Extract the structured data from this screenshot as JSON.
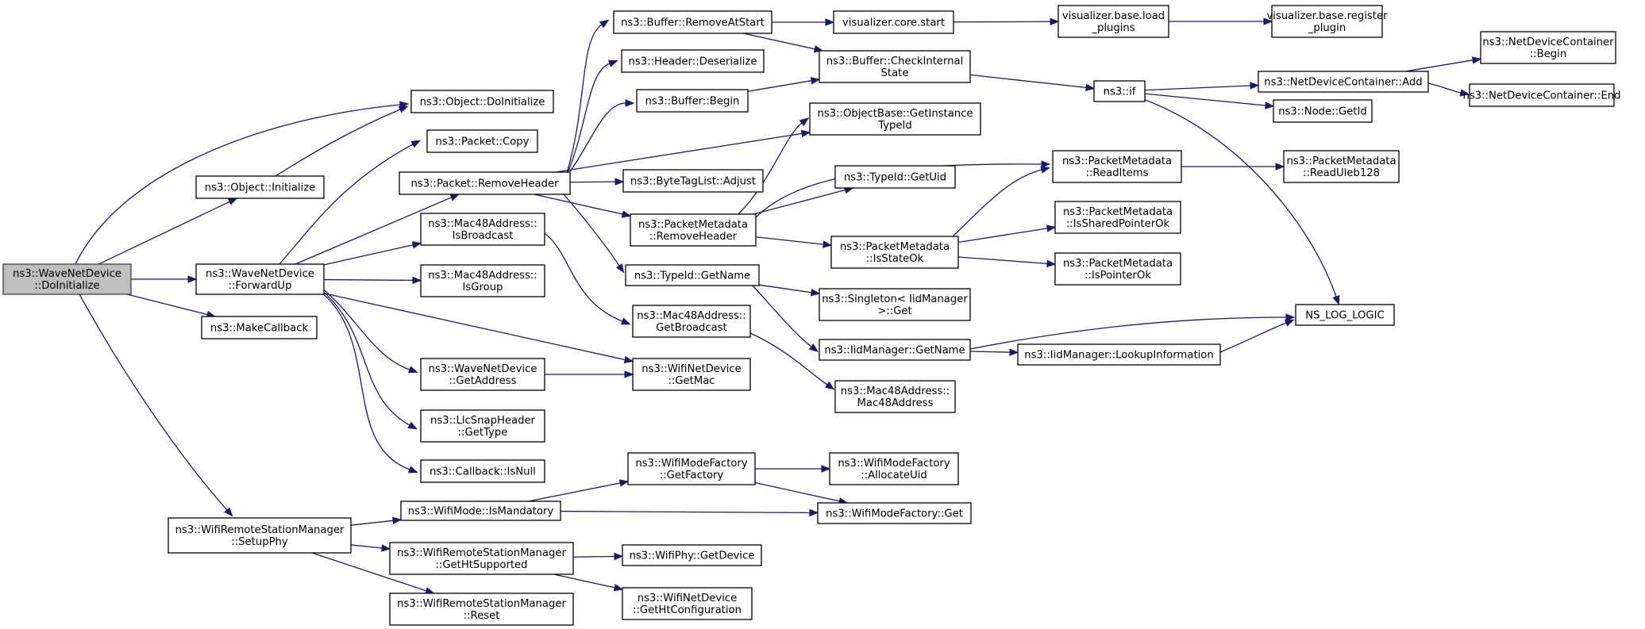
{
  "colors": {
    "edge": "#191970",
    "root_fill": "#bfbfbf",
    "node_fill": "#ffffff"
  },
  "nodes": {
    "n0": [
      "ns3::WaveNetDevice",
      "::DoInitialize"
    ],
    "n1": [
      "ns3::Object::DoInitialize"
    ],
    "n2": [
      "ns3::Object::Initialize"
    ],
    "n3": [
      "ns3::WaveNetDevice",
      "::ForwardUp"
    ],
    "n4": [
      "ns3::MakeCallback"
    ],
    "n5": [
      "ns3::WifiRemoteStationManager",
      "::SetupPhy"
    ],
    "n6": [
      "ns3::Packet::Copy"
    ],
    "n7": [
      "ns3::Packet::RemoveHeader"
    ],
    "n8": [
      "ns3::Mac48Address::",
      "IsBroadcast"
    ],
    "n9": [
      "ns3::Mac48Address::",
      "IsGroup"
    ],
    "n10": [
      "ns3::WaveNetDevice",
      "::GetAddress"
    ],
    "n11": [
      "ns3::LlcSnapHeader",
      "::GetType"
    ],
    "n12": [
      "ns3::Callback::IsNull"
    ],
    "n13": [
      "ns3::WifiNetDevice",
      "::GetMac"
    ],
    "n14": [
      "ns3::Buffer::RemoveAtStart"
    ],
    "n15": [
      "ns3::Header::Deserialize"
    ],
    "n16": [
      "ns3::Buffer::Begin"
    ],
    "n17": [
      "ns3::ByteTagList::Adjust"
    ],
    "n18": [
      "ns3::PacketMetadata",
      "::RemoveHeader"
    ],
    "n19": [
      "ns3::TypeId::GetName"
    ],
    "n20": [
      "ns3::Mac48Address::",
      "GetBroadcast"
    ],
    "n21": [
      "visualizer.core.start"
    ],
    "n22": [
      "ns3::Buffer::CheckInternal",
      "State"
    ],
    "n23": [
      "ns3::ObjectBase::GetInstance",
      "TypeId"
    ],
    "n24": [
      "ns3::TypeId::GetUid"
    ],
    "n25": [
      "ns3::PacketMetadata",
      "::IsStateOk"
    ],
    "n26": [
      "ns3::Singleton< IidManager",
      " >::Get"
    ],
    "n27": [
      "ns3::IidManager::GetName"
    ],
    "n28": [
      "ns3::Mac48Address::",
      "Mac48Address"
    ],
    "n29": [
      "visualizer.base.load",
      "_plugins"
    ],
    "n30": [
      "visualizer.base.register",
      "_plugin"
    ],
    "n31": [
      "ns3::if"
    ],
    "n32": [
      "ns3::PacketMetadata",
      "::ReadItems"
    ],
    "n33": [
      "ns3::PacketMetadata",
      "::IsSharedPointerOk"
    ],
    "n34": [
      "ns3::PacketMetadata",
      "::IsPointerOk"
    ],
    "n35": [
      "NS_LOG_LOGIC"
    ],
    "n36": [
      "ns3::IidManager::LookupInformation"
    ],
    "n37": [
      "ns3::NetDeviceContainer::Add"
    ],
    "n38": [
      "ns3::Node::GetId"
    ],
    "n39": [
      "ns3::NetDeviceContainer",
      "::Begin"
    ],
    "n40": [
      "ns3::NetDeviceContainer::End"
    ],
    "n41": [
      "ns3::PacketMetadata",
      "::ReadUleb128"
    ],
    "n42": [
      "ns3::WifiMode::IsMandatory"
    ],
    "n43": [
      "ns3::WifiRemoteStationManager",
      "::GetHtSupported"
    ],
    "n44": [
      "ns3::WifiRemoteStationManager",
      "::Reset"
    ],
    "n45": [
      "ns3::WifiModeFactory",
      "::GetFactory"
    ],
    "n46": [
      "ns3::WifiModeFactory::Get"
    ],
    "n47": [
      "ns3::WifiModeFactory",
      "::AllocateUid"
    ],
    "n48": [
      "ns3::WifiPhy::GetDevice"
    ],
    "n49": [
      "ns3::WifiNetDevice",
      "::GetHtConfiguration"
    ]
  },
  "edges": [
    [
      "n0",
      "n1"
    ],
    [
      "n0",
      "n2"
    ],
    [
      "n0",
      "n3"
    ],
    [
      "n0",
      "n4"
    ],
    [
      "n0",
      "n5"
    ],
    [
      "n2",
      "n1"
    ],
    [
      "n3",
      "n6"
    ],
    [
      "n3",
      "n7"
    ],
    [
      "n3",
      "n8"
    ],
    [
      "n3",
      "n9"
    ],
    [
      "n3",
      "n10"
    ],
    [
      "n3",
      "n11"
    ],
    [
      "n3",
      "n12"
    ],
    [
      "n3",
      "n13"
    ],
    [
      "n7",
      "n14"
    ],
    [
      "n7",
      "n15"
    ],
    [
      "n7",
      "n16"
    ],
    [
      "n7",
      "n17"
    ],
    [
      "n7",
      "n18"
    ],
    [
      "n7",
      "n19"
    ],
    [
      "n7",
      "n23"
    ],
    [
      "n14",
      "n21"
    ],
    [
      "n14",
      "n22"
    ],
    [
      "n16",
      "n22"
    ],
    [
      "n22",
      "n31"
    ],
    [
      "n21",
      "n29"
    ],
    [
      "n29",
      "n30"
    ],
    [
      "n31",
      "n37"
    ],
    [
      "n31",
      "n38"
    ],
    [
      "n31",
      "n35"
    ],
    [
      "n37",
      "n39"
    ],
    [
      "n37",
      "n40"
    ],
    [
      "n18",
      "n23"
    ],
    [
      "n18",
      "n32"
    ],
    [
      "n18",
      "n24"
    ],
    [
      "n18",
      "n25"
    ],
    [
      "n25",
      "n32"
    ],
    [
      "n25",
      "n33"
    ],
    [
      "n25",
      "n34"
    ],
    [
      "n32",
      "n41"
    ],
    [
      "n8",
      "n20"
    ],
    [
      "n20",
      "n28"
    ],
    [
      "n10",
      "n13"
    ],
    [
      "n19",
      "n26"
    ],
    [
      "n19",
      "n27"
    ],
    [
      "n27",
      "n35"
    ],
    [
      "n27",
      "n36"
    ],
    [
      "n36",
      "n35"
    ],
    [
      "n5",
      "n42"
    ],
    [
      "n5",
      "n43"
    ],
    [
      "n5",
      "n44"
    ],
    [
      "n42",
      "n45"
    ],
    [
      "n42",
      "n46"
    ],
    [
      "n45",
      "n47"
    ],
    [
      "n45",
      "n46"
    ],
    [
      "n43",
      "n48"
    ],
    [
      "n43",
      "n49"
    ]
  ]
}
